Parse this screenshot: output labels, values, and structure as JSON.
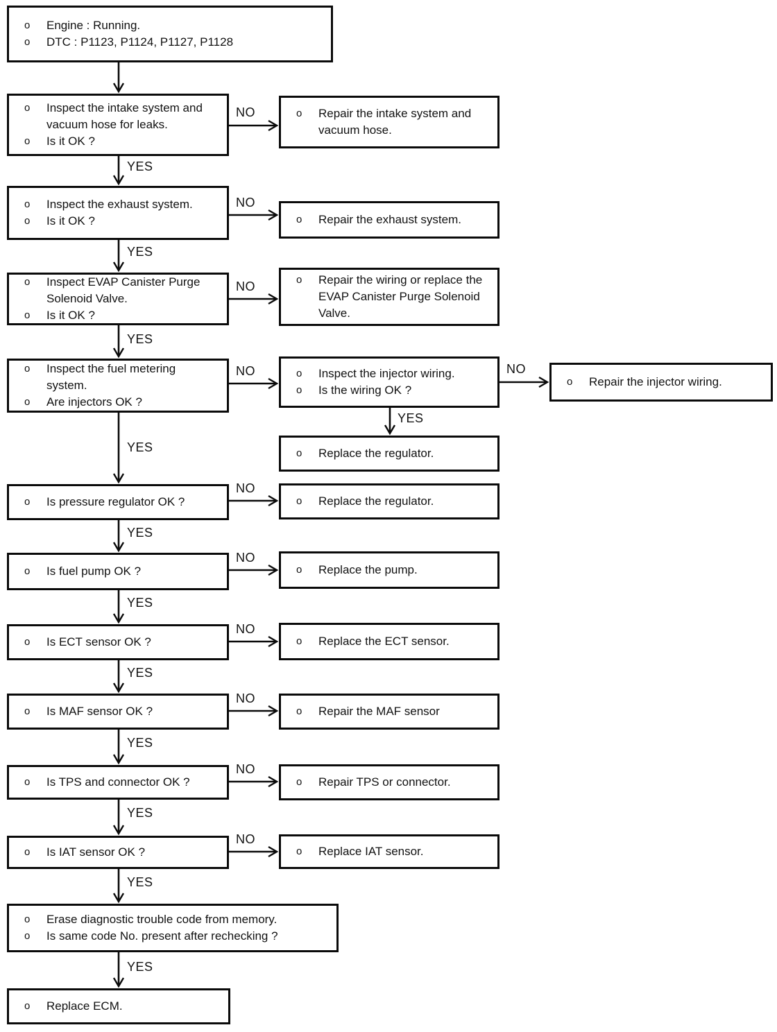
{
  "title": "DTC P1123 P1124 P1127 P1128 diagnostic flowchart",
  "labels": {
    "yes": "YES",
    "no": "NO",
    "bullet": "o"
  },
  "colors": {
    "ink": "#111111",
    "border": "#0a0a0a",
    "paper": "#ffffff"
  },
  "nodes": {
    "start": {
      "lines": [
        "Engine : Running.",
        "DTC : P1123, P1124, P1127, P1128"
      ]
    },
    "intake": {
      "lines": [
        "Inspect the intake system and vacuum hose for leaks.",
        "Is it OK ?"
      ]
    },
    "repair_intake": {
      "lines": [
        "Repair the intake system and vacuum hose."
      ]
    },
    "exhaust": {
      "lines": [
        "Inspect the exhaust system.",
        "Is it OK ?"
      ]
    },
    "repair_exhaust": {
      "lines": [
        "Repair the exhaust system."
      ]
    },
    "evap": {
      "lines": [
        "Inspect EVAP Canister Purge Solenoid Valve.",
        "Is it OK ?"
      ]
    },
    "repair_evap": {
      "lines": [
        "Repair the wiring or replace the EVAP Canister Purge Solenoid Valve."
      ]
    },
    "fuel": {
      "lines": [
        "Inspect the fuel metering system.",
        "Are injectors OK ?"
      ]
    },
    "injector": {
      "lines": [
        "Inspect the injector wiring.",
        "Is the wiring OK ?"
      ]
    },
    "repair_injector": {
      "lines": [
        "Repair the injector wiring."
      ]
    },
    "regulator1": {
      "lines": [
        "Replace the regulator."
      ]
    },
    "pressure": {
      "lines": [
        "Is pressure regulator OK ?"
      ]
    },
    "regulator2": {
      "lines": [
        "Replace the regulator."
      ]
    },
    "pump": {
      "lines": [
        "Is fuel pump OK ?"
      ]
    },
    "replace_pump": {
      "lines": [
        "Replace the pump."
      ]
    },
    "ect": {
      "lines": [
        "Is ECT sensor OK ?"
      ]
    },
    "replace_ect": {
      "lines": [
        "Replace the ECT sensor."
      ]
    },
    "maf": {
      "lines": [
        "Is MAF sensor OK ?"
      ]
    },
    "repair_maf": {
      "lines": [
        "Repair the MAF sensor"
      ]
    },
    "tps": {
      "lines": [
        "Is TPS and connector OK ?"
      ]
    },
    "repair_tps": {
      "lines": [
        "Repair TPS or connector."
      ]
    },
    "iat": {
      "lines": [
        "Is IAT sensor OK ?"
      ]
    },
    "replace_iat": {
      "lines": [
        "Replace IAT sensor."
      ]
    },
    "erase": {
      "lines": [
        "Erase diagnostic trouble code from memory.",
        "Is same code No. present after rechecking ?"
      ]
    },
    "ecm": {
      "lines": [
        "Replace ECM."
      ]
    }
  }
}
